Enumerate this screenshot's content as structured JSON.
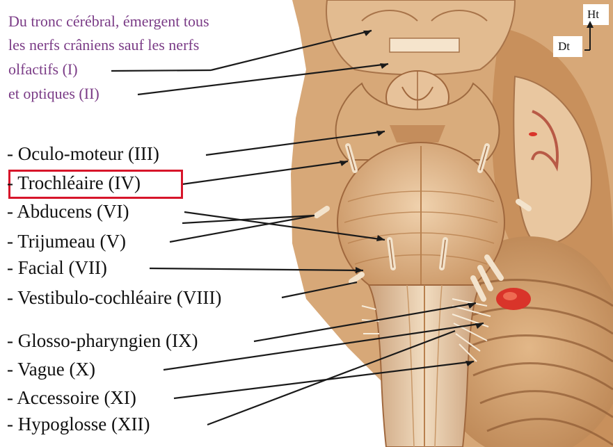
{
  "intro_lines": [
    "Du tronc cérébral, émergent tous",
    "les nerfs crâniens sauf les nerfs",
    "olfactifs (I)",
    "et optiques (II)"
  ],
  "labels": [
    "- Oculo-moteur (III)",
    "- Trochléaire (IV)",
    "- Abducens (VI)",
    "- Trijumeau (V)",
    "- Facial (VII)",
    "- Vestibulo-cochléaire (VIII)",
    "- Glosso-pharyngien (IX)",
    "- Vague (X)",
    "- Accessoire (XI)",
    "- Hypoglosse (XII)"
  ],
  "highlighted_label": "- Trochléaire (IV)",
  "orientation": {
    "up": "Ht",
    "right": "Dt"
  },
  "colors": {
    "intro_text": "#7a3b86",
    "label_text": "#111111",
    "highlight_box": "#d7152a",
    "tissue": "#d9ae80"
  }
}
